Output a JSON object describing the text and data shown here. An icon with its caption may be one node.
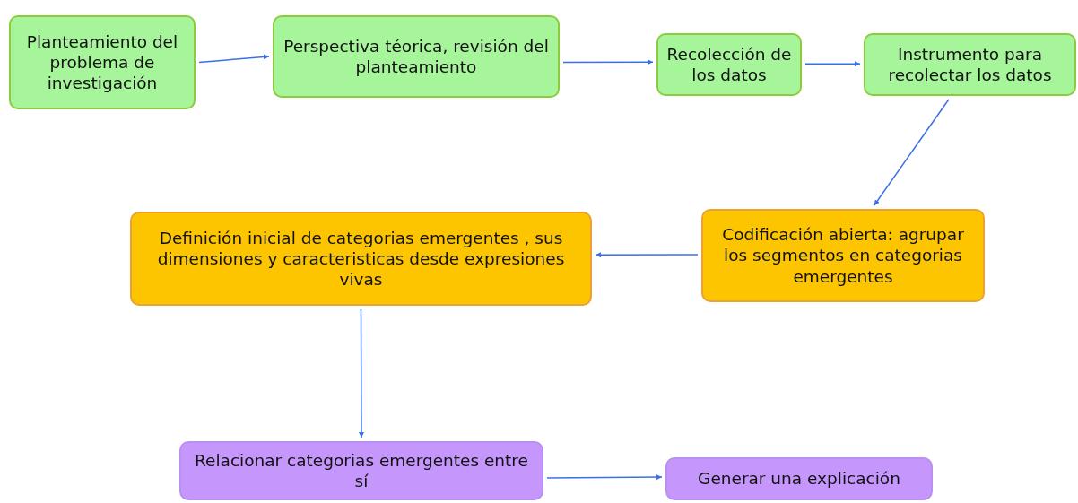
{
  "diagram": {
    "nodes": [
      {
        "text": [
          "Planteamiento del problema de investigación"
        ]
      },
      {
        "text": [
          "Perspectiva téorica, revisión del planteamiento"
        ]
      },
      {
        "text": [
          "Recolección de los datos"
        ]
      },
      {
        "text": [
          "Instrumento para recolectar los datos"
        ]
      },
      {
        "text": [
          "Codificación abierta: agrupar los segmentos en categorias emergentes"
        ]
      },
      {
        "text": [
          "Definición inicial de categorias emergentes , sus dimensiones y caracteristicas desde expresiones vivas"
        ]
      },
      {
        "text": [
          "Relacionar categorias emergentes entre sí"
        ]
      },
      {
        "text": [
          "Generar una explicación"
        ]
      }
    ],
    "edges": [
      {
        "from": 0,
        "to": 1,
        "arrow": "to"
      },
      {
        "from": 1,
        "to": 2,
        "arrow": "to"
      },
      {
        "from": 2,
        "to": 3,
        "arrow": "to"
      },
      {
        "from": 3,
        "to": 4,
        "arrow": "to"
      },
      {
        "from": 4,
        "to": 5,
        "arrow": "to"
      },
      {
        "from": 5,
        "to": 6,
        "arrow": "to"
      },
      {
        "from": 6,
        "to": 7,
        "arrow": "to"
      }
    ]
  }
}
